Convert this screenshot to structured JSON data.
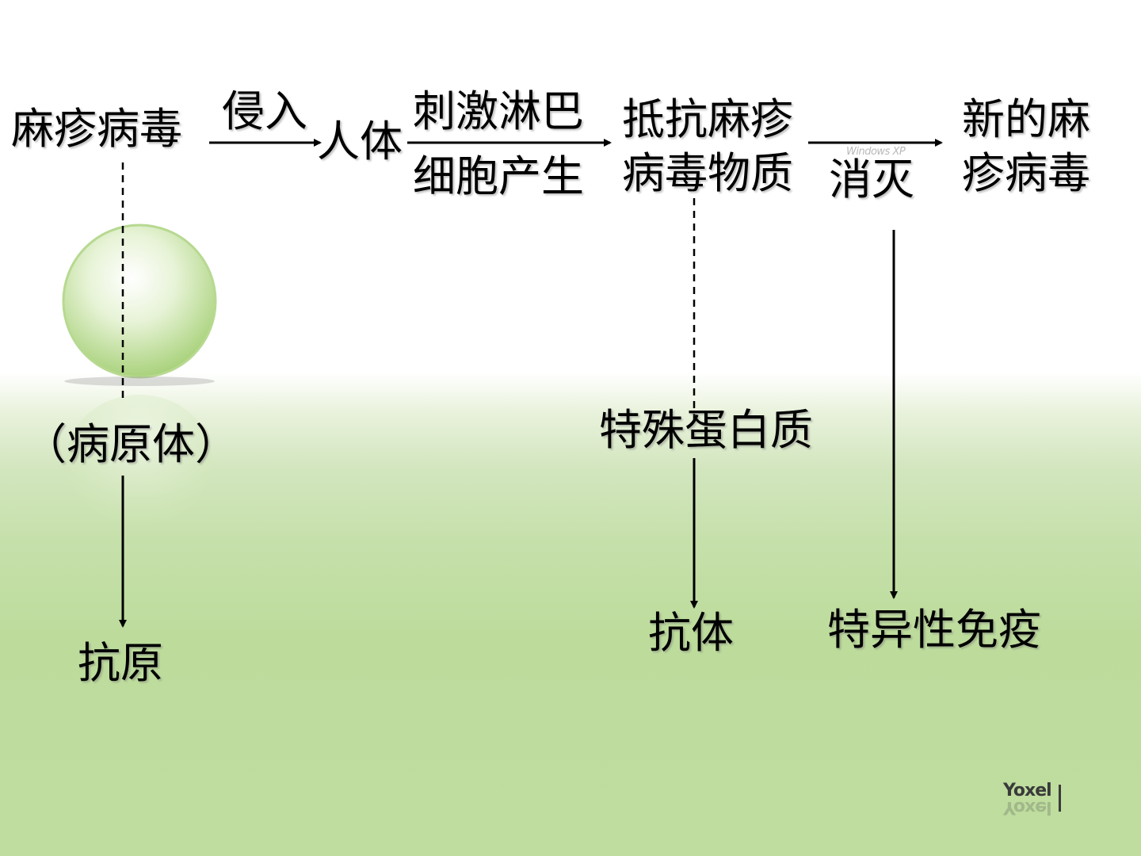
{
  "nodes": {
    "measles_virus": "麻疹病毒",
    "invade": "侵入",
    "human_body": "人体",
    "stimulate_lines": [
      "刺激淋巴",
      "细胞产生"
    ],
    "resist_lines": [
      "抵抗麻疹",
      "病毒物质"
    ],
    "new_virus_lines": [
      "新的麻",
      "疹病毒"
    ],
    "eliminate": "消灭",
    "pathogen": "（病原体）",
    "antigen": "抗原",
    "special_protein": "特殊蛋白质",
    "antibody": "抗体",
    "specific_immunity": "特异性免疫"
  },
  "watermark": "Windows XP",
  "logo_text": "Yoxel",
  "colors": {
    "text": "#000000",
    "background_top": "#ffffff",
    "background_bottom": "#bfdd9f",
    "sphere": "#b9dc91"
  }
}
